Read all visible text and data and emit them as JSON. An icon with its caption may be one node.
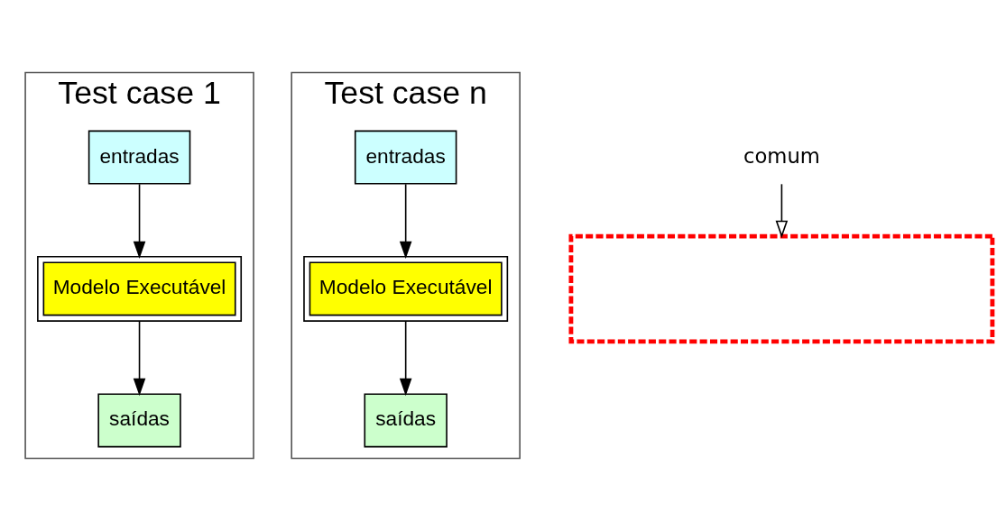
{
  "diagram": {
    "nodes": [
      {
        "text": [
          "Test case 1"
        ]
      },
      {
        "text": [
          "entradas"
        ],
        "in": 0
      },
      {
        "text": [
          "Modelo Executável"
        ],
        "in": 0
      },
      {
        "text": [
          "saídas"
        ],
        "in": 0
      },
      {
        "text": [
          "Test case n"
        ]
      },
      {
        "text": [
          "entradas"
        ],
        "in": 4
      },
      {
        "text": [
          "Modelo Executável"
        ],
        "in": 4
      },
      {
        "text": [
          "saídas"
        ],
        "in": 4
      },
      {
        "text": [
          "comum"
        ]
      },
      {
        "text": [],
        "shape": "box"
      }
    ],
    "edges": [
      {
        "from": 1,
        "to": 2,
        "arrow": "to"
      },
      {
        "from": 2,
        "to": 3,
        "arrow": "to"
      },
      {
        "from": 5,
        "to": 6,
        "arrow": "to"
      },
      {
        "from": 6,
        "to": 7,
        "arrow": "to"
      },
      {
        "from": 8,
        "to": 9,
        "arrow": "to"
      }
    ]
  }
}
